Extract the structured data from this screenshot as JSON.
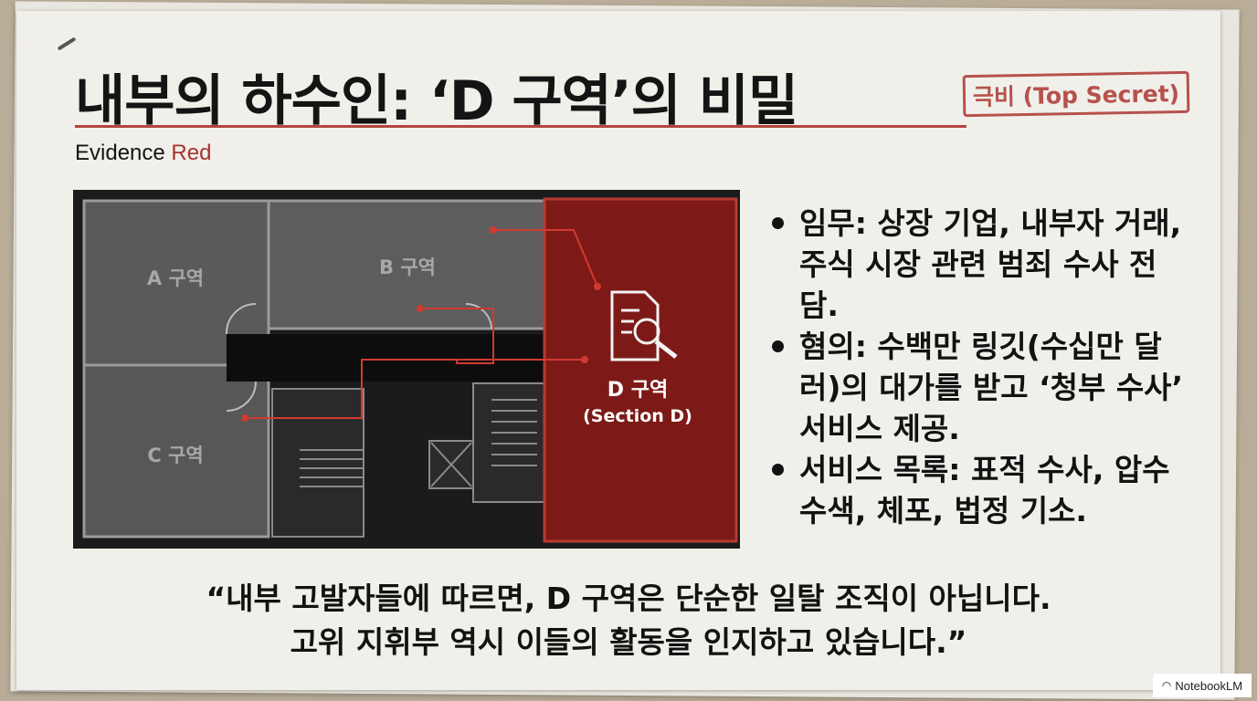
{
  "title": "내부의 하수인: ‘D 구역’의 비밀",
  "stamp": "극비 (Top Secret)",
  "subtitle": {
    "prefix": "Evidence ",
    "accent": "Red"
  },
  "floor_plan": {
    "zones": [
      "A 구역",
      "B 구역",
      "C 구역"
    ],
    "highlight_zone": {
      "label": "D 구역",
      "sublabel": "(Section D)"
    },
    "highlight_icon": "document-search-icon",
    "colors": {
      "highlight": "#7d1a17",
      "route": "#d03a32"
    }
  },
  "bullets": [
    "임무: 상장 기업, 내부자 거래, 주식 시장 관련 범죄 수사 전담.",
    "혐의: 수백만 링깃(수십만 달러)의 대가를 받고 ‘청부 수사’ 서비스 제공.",
    "서비스 목록: 표적 수사, 압수수색, 체포, 법정 기소."
  ],
  "quote": {
    "line1": "“내부 고발자들에 따르면, D 구역은 단순한 일탈 조직이 아닙니다.",
    "line2": "고위 지휘부 역시 이들의 활동을 인지하고 있습니다.”"
  },
  "brand": {
    "icon": "notebooklm-icon",
    "label": "NotebookLM"
  },
  "colors": {
    "accent": "#b0413c",
    "text": "#121212",
    "paper": "#f1efea"
  }
}
